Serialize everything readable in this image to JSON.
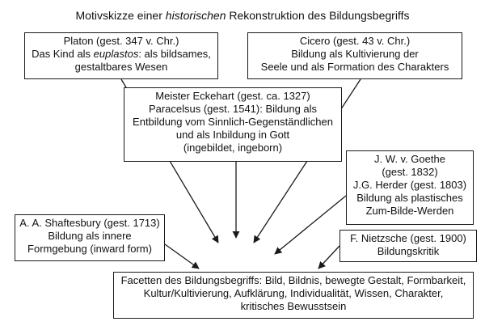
{
  "title": {
    "before": "Motivskizze einer ",
    "italic": "historischen",
    "after": " Rekonstruktion des Bildungsbegriffs"
  },
  "boxes": {
    "platon": {
      "line1": "Platon (gest. 347 v. Chr.)",
      "line2_prefix": "Das Kind als ",
      "line2_italic": "euplastos",
      "line2_suffix": ": als bildsames,",
      "line3": "gestaltbares Wesen"
    },
    "cicero": {
      "lines": [
        "Cicero (gest. 43 v. Chr.)",
        "Bildung als Kultivierung der",
        "Seele und als Formation des Charakters"
      ]
    },
    "eckhart": {
      "lines": [
        "Meister Eckehart (gest. ca. 1327)",
        "Paracelsus (gest. 1541): Bildung als",
        "Entbildung vom Sinnlich-Gegenständlichen",
        "und als Inbildung in Gott",
        "(ingebildet, ingeborn)"
      ]
    },
    "goethe": {
      "lines": [
        "J. W. v. Goethe",
        "(gest. 1832)",
        "J.G. Herder (gest. 1803)",
        "Bildung als plastisches",
        "Zum-Bilde-Werden"
      ]
    },
    "shaftesbury": {
      "lines": [
        "A. A. Shaftesbury (gest. 1713)",
        "Bildung als innere",
        "Formgebung (inward form)"
      ]
    },
    "nietzsche": {
      "lines": [
        "F. Nietzsche (gest. 1900)",
        "Bildungskritik"
      ]
    },
    "facetten": {
      "lines": [
        "Facetten des Bildungsbegriffs: Bild, Bildnis, bewegte Gestalt, Formbarkeit,",
        "Kultur/Kultivierung, Aufklärung, Individualität, Wissen, Charakter,",
        "kritisches Bewusstsein"
      ]
    }
  },
  "colors": {
    "line": "#1a1a1a",
    "background": "#ffffff"
  }
}
